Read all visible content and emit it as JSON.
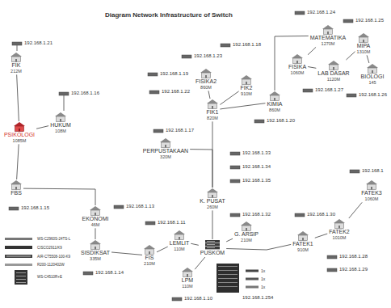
{
  "diagram": {
    "title": "Diagram Network Infrastructure of Switch",
    "nodes": [
      {
        "text": [
          "MATEMATIKA",
          "1270M"
        ]
      },
      {
        "text": [
          "FIK",
          "212M"
        ]
      },
      {
        "text": [
          "MIPA",
          "1310M"
        ]
      },
      {
        "text": [
          "FISIKA",
          "1060M"
        ]
      },
      {
        "text": [
          "LAB DASAR",
          "1120M"
        ]
      },
      {
        "text": [
          "BIOLOGI",
          "145"
        ]
      },
      {
        "text": [
          "FISIKA2",
          "860M"
        ]
      },
      {
        "text": [
          "FIK2",
          "910M"
        ]
      },
      {
        "text": [
          "KIMIA",
          "860M"
        ]
      },
      {
        "text": [
          "FIK1",
          "820M"
        ]
      },
      {
        "text": [
          "HUKUM",
          "108M"
        ]
      },
      {
        "text": [
          "PSIKOLOGI",
          "1085M"
        ]
      },
      {
        "text": [
          "PERPUSTAKAAN",
          "320M"
        ]
      },
      {
        "text": [
          "FBS"
        ]
      },
      {
        "text": [
          "K. PUSAT",
          "260M"
        ]
      },
      {
        "text": [
          "FATEK3",
          "1060M"
        ]
      },
      {
        "text": [
          "EKONOMI",
          "46M"
        ]
      },
      {
        "text": [
          "FATEK2",
          "1010M"
        ]
      },
      {
        "text": [
          "LEMLIT",
          "110M"
        ]
      },
      {
        "text": [
          "G. ARSIP",
          "210M"
        ]
      },
      {
        "text": [
          "FATEK1",
          "910M"
        ]
      },
      {
        "text": [
          "SISDIKSAT",
          "335M"
        ]
      },
      {
        "text": [
          "FIS",
          "210M"
        ]
      },
      {
        "text": [
          "PUSKOM"
        ]
      },
      {
        "text": [
          "LPM",
          "110M"
        ]
      }
    ],
    "edges": [
      {
        "from": 11,
        "to": 1,
        "arrow": "none"
      },
      {
        "from": 11,
        "to": 10,
        "arrow": "none"
      },
      {
        "from": 11,
        "to": 13,
        "arrow": "none"
      },
      {
        "from": 13,
        "to": 16,
        "arrow": "none"
      },
      {
        "from": 16,
        "to": 21,
        "arrow": "none"
      },
      {
        "from": 21,
        "to": 22,
        "arrow": "none"
      },
      {
        "from": 22,
        "to": 18,
        "arrow": "none"
      },
      {
        "from": 18,
        "to": 23,
        "arrow": "none"
      },
      {
        "from": 24,
        "to": 23,
        "arrow": "none"
      },
      {
        "from": 23,
        "to": 19,
        "arrow": "none"
      },
      {
        "from": 23,
        "to": 20,
        "arrow": "none"
      },
      {
        "from": 20,
        "to": 17,
        "arrow": "none"
      },
      {
        "from": 17,
        "to": 15,
        "arrow": "none"
      },
      {
        "from": 23,
        "to": 14,
        "arrow": "none"
      },
      {
        "from": 14,
        "to": 9,
        "arrow": "none"
      },
      {
        "from": 12,
        "to": 14,
        "arrow": "none"
      },
      {
        "from": 9,
        "to": 6,
        "arrow": "none"
      },
      {
        "from": 9,
        "to": 7,
        "arrow": "none"
      },
      {
        "from": 9,
        "to": 8,
        "arrow": "none"
      },
      {
        "from": 8,
        "to": 0,
        "arrow": "none"
      },
      {
        "from": 0,
        "to": 3,
        "arrow": "none"
      },
      {
        "from": 3,
        "to": 4,
        "arrow": "none"
      },
      {
        "from": 4,
        "to": 2,
        "arrow": "none"
      },
      {
        "from": 2,
        "to": 5,
        "arrow": "none"
      }
    ],
    "labels": [
      "192.168.1.24",
      "192.168.1.25",
      "192.168.1.21",
      "192.168.1.18",
      "192.168.1.23",
      "192.168.1.19",
      "192.168.1.27",
      "192.168.1.22",
      "192.168.1.16",
      "192.168.1.26",
      "192.168.1.20",
      "192.168.1.17",
      "192.168.1.33",
      "192.168.1.34",
      "192.168.1",
      "192.168.1.35",
      "192.168.1.13",
      "192.168.1.15",
      "192.168.1.32",
      "192.168.1.30",
      "192.168.1.11",
      "192.168.1.28",
      "192.168.1.29",
      "1x",
      "1x",
      "1x",
      "192.168.1.14",
      "192.168.1.254",
      "192.168.1.10"
    ],
    "legend": [
      {
        "text": "WS-C2960S-24TS-L"
      },
      {
        "text": "CISCO2911/K9"
      },
      {
        "text": "AIR-CT5508-100-K9"
      },
      {
        "text": "R200-1120402W"
      },
      {
        "text": "WS-C4510R+E"
      }
    ]
  }
}
